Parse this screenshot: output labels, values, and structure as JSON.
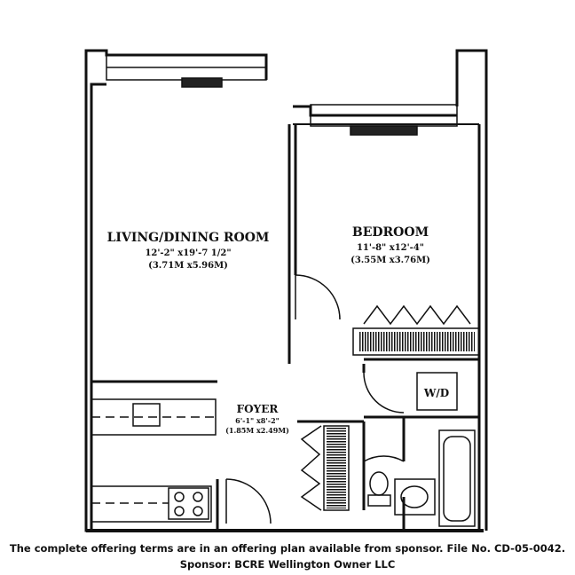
{
  "rooms": [
    {
      "name": "LIVING/DINING ROOM",
      "imperial": "12'-2\" x19'-7 1/2\"",
      "metric": "(3.71M x5.96M)"
    },
    {
      "name": "BEDROOM",
      "imperial": "11'-8\" x12'-4\"",
      "metric": "(3.55M x3.76M)"
    },
    {
      "name": "FOYER",
      "imperial": "6'-1\" x8'-2\"",
      "metric": "(1.85M x2.49M)"
    }
  ],
  "appliance_label": "W/D",
  "footer": {
    "line1": "The complete offering terms are in an offering plan available from sponsor. File No. CD-05-0042.",
    "line2": "Sponsor: BCRE Wellington Owner LLC"
  }
}
